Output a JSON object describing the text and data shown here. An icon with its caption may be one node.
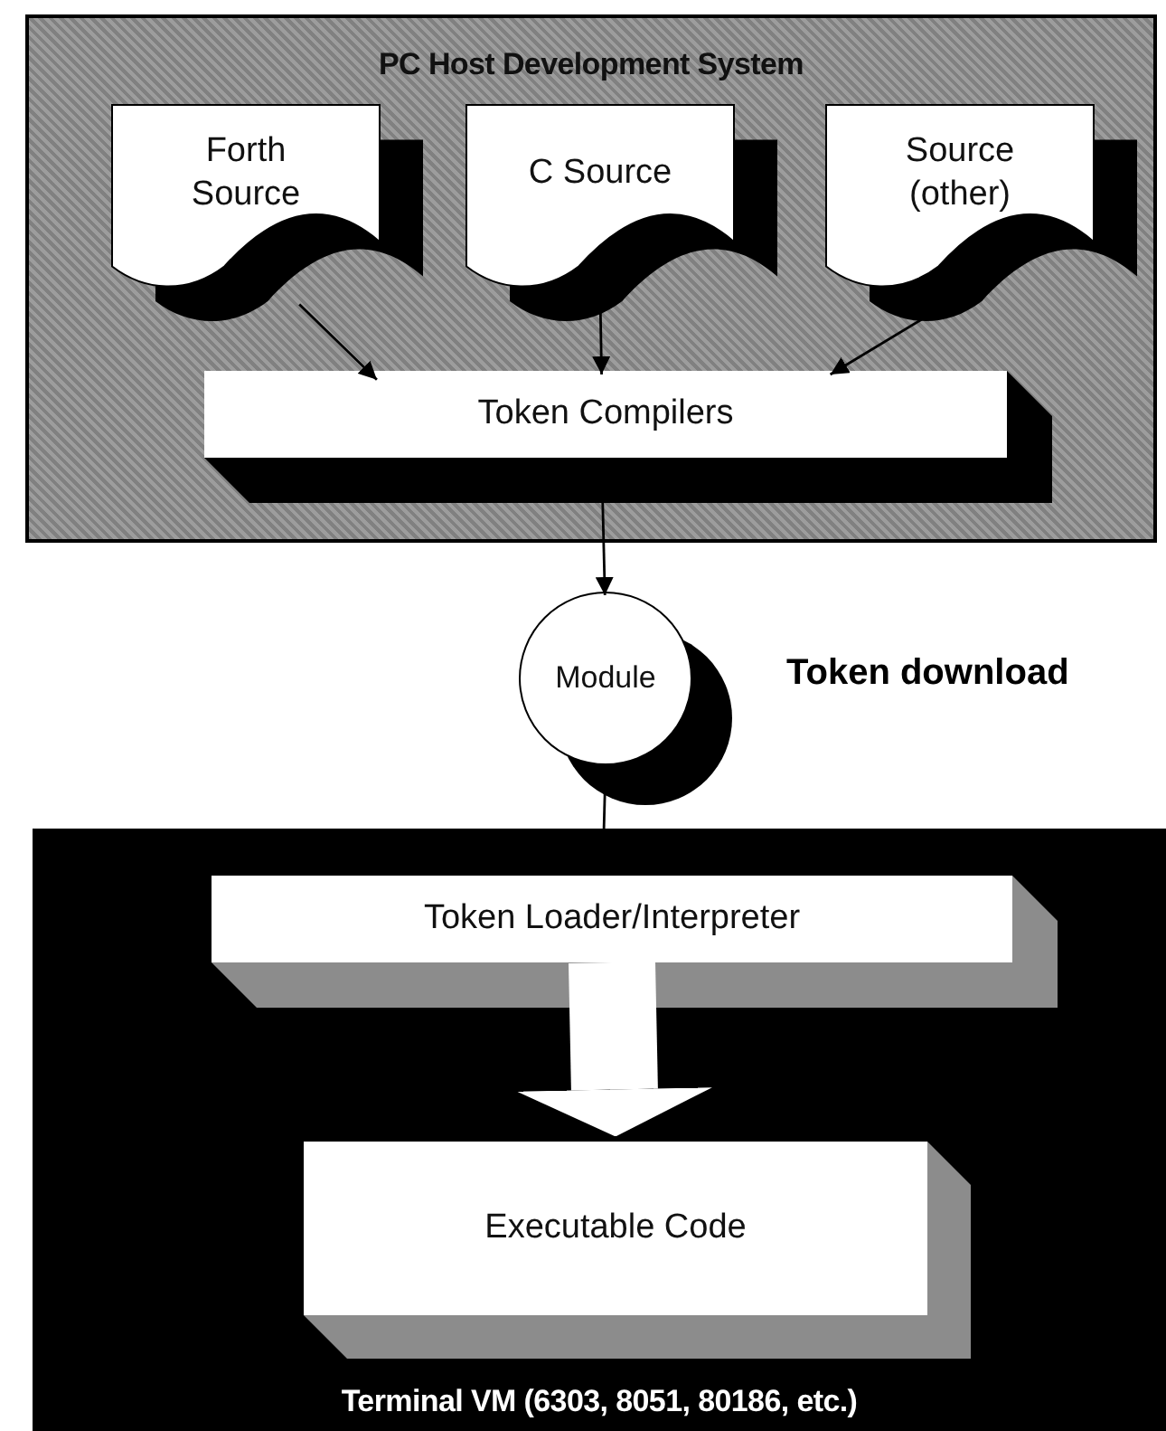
{
  "diagram": {
    "nodes": [
      {
        "text": [
          "PC Host Development System"
        ]
      },
      {
        "text": [
          "Forth Source"
        ],
        "in": 0
      },
      {
        "text": [
          "C Source"
        ],
        "in": 0
      },
      {
        "text": [
          "Source (other)"
        ],
        "in": 0
      },
      {
        "text": [
          "Token Compilers"
        ],
        "in": 0
      },
      {
        "text": [
          "Module"
        ],
        "beside": [
          "Token download"
        ]
      },
      {
        "text": [
          "Terminal VM (6303, 8051, 80186, etc.)"
        ]
      },
      {
        "text": [
          "Token Loader/Interpreter"
        ],
        "in": 6
      },
      {
        "text": [
          "Executable Code"
        ],
        "in": 6
      }
    ],
    "edges": [
      {
        "from": 1,
        "to": 4,
        "arrow": "to"
      },
      {
        "from": 2,
        "to": 4,
        "arrow": "to"
      },
      {
        "from": 3,
        "to": 4,
        "arrow": "to"
      },
      {
        "from": 4,
        "to": 5,
        "arrow": "to"
      },
      {
        "from": 5,
        "to": 6,
        "arrow": "none"
      },
      {
        "from": 7,
        "to": 8,
        "arrow": "to",
        "style": "thick",
        "color": "#ffffff"
      }
    ]
  }
}
